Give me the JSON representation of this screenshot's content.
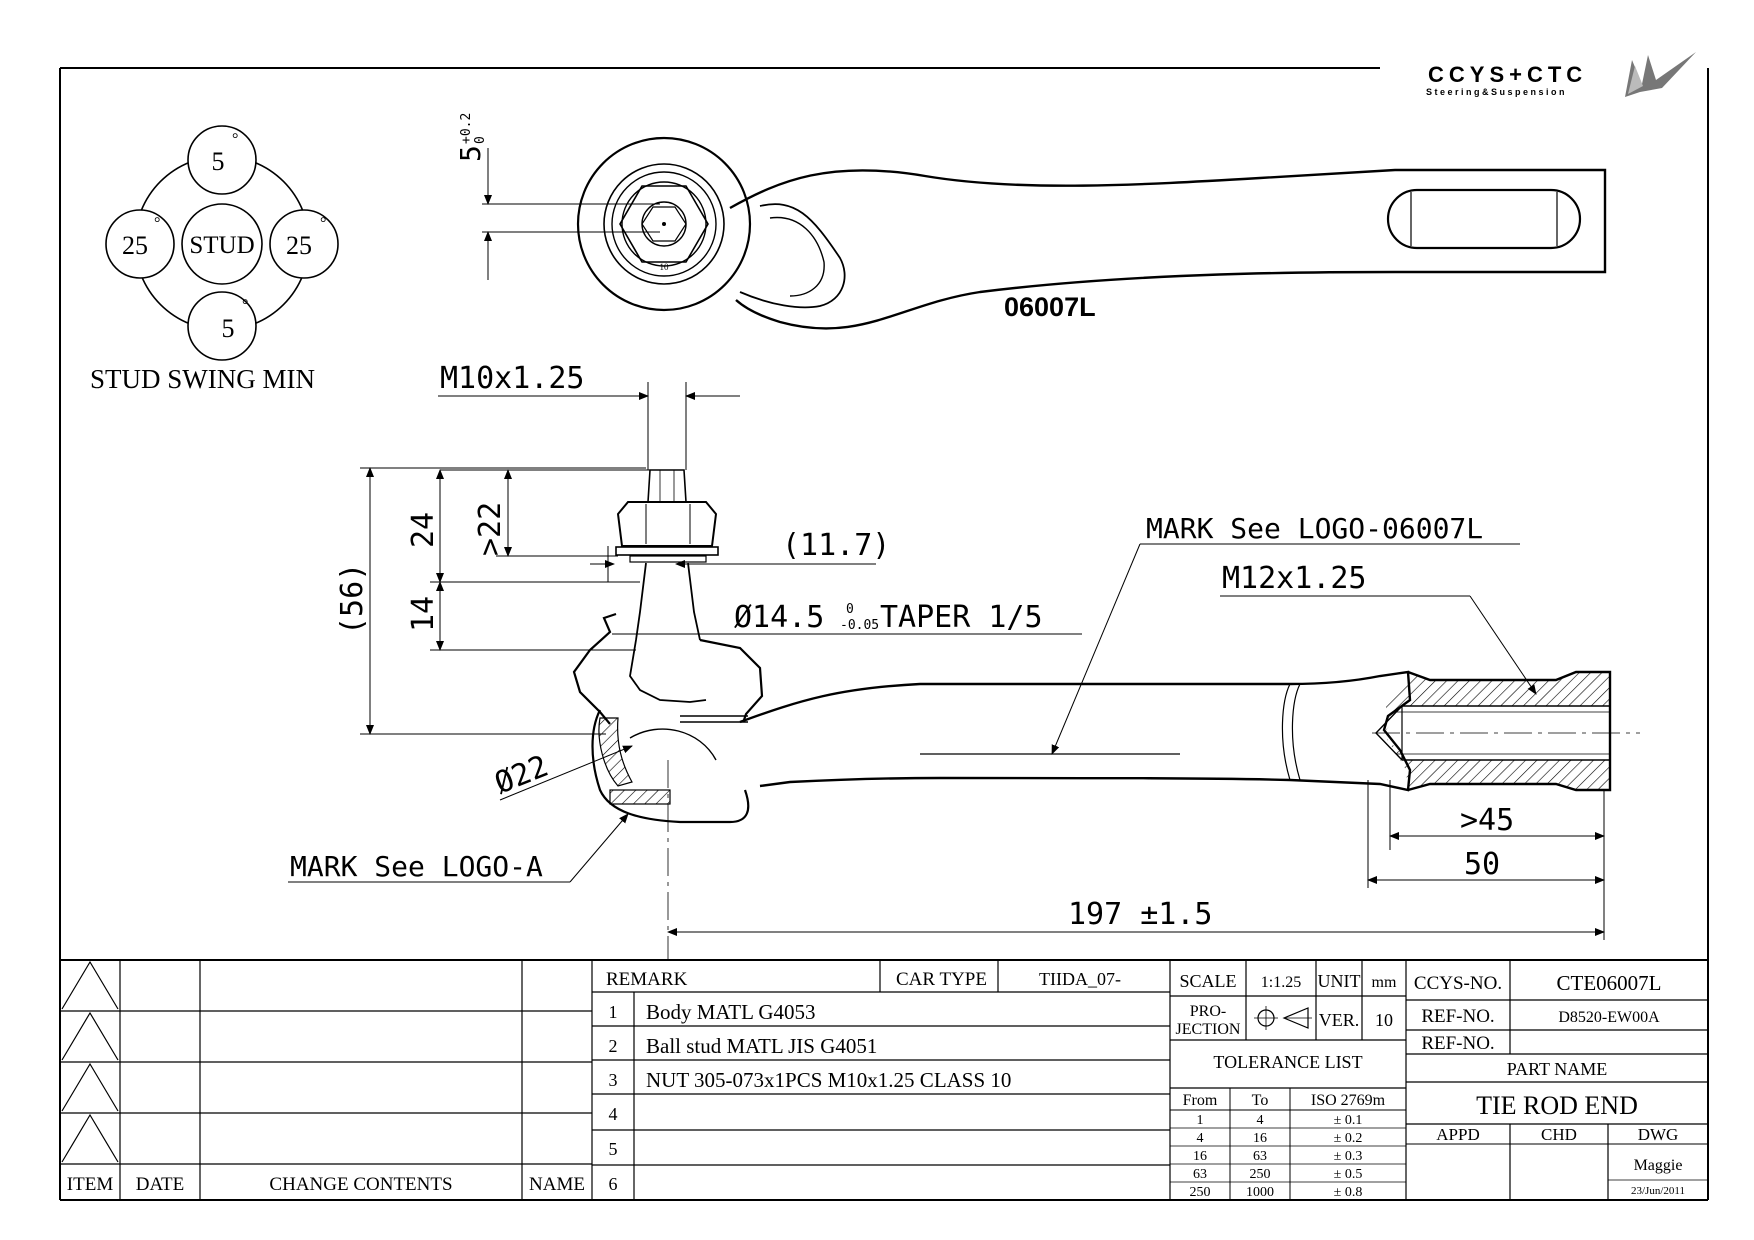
{
  "brand": {
    "logo_text": "CCYS+CTC",
    "tagline": "Steering&Suspension"
  },
  "swing": {
    "stud": "STUD",
    "top": "5",
    "bottom": "5",
    "left": "25",
    "right": "25",
    "degree": "°",
    "title": "STUD SWING MIN"
  },
  "top_view": {
    "part_mark": "06007L",
    "dim_5": "5",
    "dim_5_tol_upper": "+0.2",
    "dim_5_tol_lower": "0",
    "nut_mark": "10"
  },
  "side_view": {
    "thread_stud": "M10x1.25",
    "thread_body": "M12x1.25",
    "dim_56": "(56)",
    "dim_24": "24",
    "dim_22": ">22",
    "dim_14": "14",
    "dim_117": "(11.7)",
    "taper": "Ø14.5",
    "taper_tol_upper": "0",
    "taper_tol_lower": "-0.05",
    "taper_label": "TAPER 1/5",
    "dia22": "Ø22",
    "mark_body": "MARK See LOGO-06007L",
    "mark_a": "MARK See LOGO-A",
    "dim_45": ">45",
    "dim_50": "50",
    "dim_197": "197 ±1.5"
  },
  "revisions": {
    "headers": [
      "ITEM",
      "DATE",
      "CHANGE CONTENTS",
      "NAME"
    ]
  },
  "remarks": {
    "header": "REMARK",
    "car_type_label": "CAR TYPE",
    "car_type_value": "TIIDA_07-",
    "rows": [
      {
        "num": "1",
        "text": "Body MATL G4053"
      },
      {
        "num": "2",
        "text": "Ball stud MATL JIS G4051"
      },
      {
        "num": "3",
        "text": "NUT 305-073x1PCS M10x1.25 CLASS 10"
      },
      {
        "num": "4",
        "text": ""
      },
      {
        "num": "5",
        "text": ""
      },
      {
        "num": "6",
        "text": ""
      }
    ]
  },
  "title_block": {
    "scale_label": "SCALE",
    "scale_value": "1:1.25",
    "unit_label": "UNIT",
    "unit_value": "mm",
    "projection_label_1": "PRO-",
    "projection_label_2": "JECTION",
    "ver_label": "VER.",
    "ver_value": "10",
    "tolerance_title": "TOLERANCE LIST",
    "tolerance_headers": [
      "From",
      "To",
      "ISO 2769m"
    ],
    "tolerance_rows": [
      [
        "1",
        "4",
        "± 0.1"
      ],
      [
        "4",
        "16",
        "± 0.2"
      ],
      [
        "16",
        "63",
        "± 0.3"
      ],
      [
        "63",
        "250",
        "± 0.5"
      ],
      [
        "250",
        "1000",
        "± 0.8"
      ]
    ],
    "ccys_no_label": "CCYS-NO.",
    "ccys_no_value": "CTE06007L",
    "ref_no_label": "REF-NO.",
    "ref_no_value": "D8520-EW00A",
    "ref_no2_label": "REF-NO.",
    "ref_no2_value": "",
    "part_name_label": "PART NAME",
    "part_name_value": "TIE ROD END",
    "appd_label": "APPD",
    "chd_label": "CHD",
    "dwg_label": "DWG",
    "dwg_by": "Maggie",
    "dwg_date": "23/Jun/2011"
  }
}
